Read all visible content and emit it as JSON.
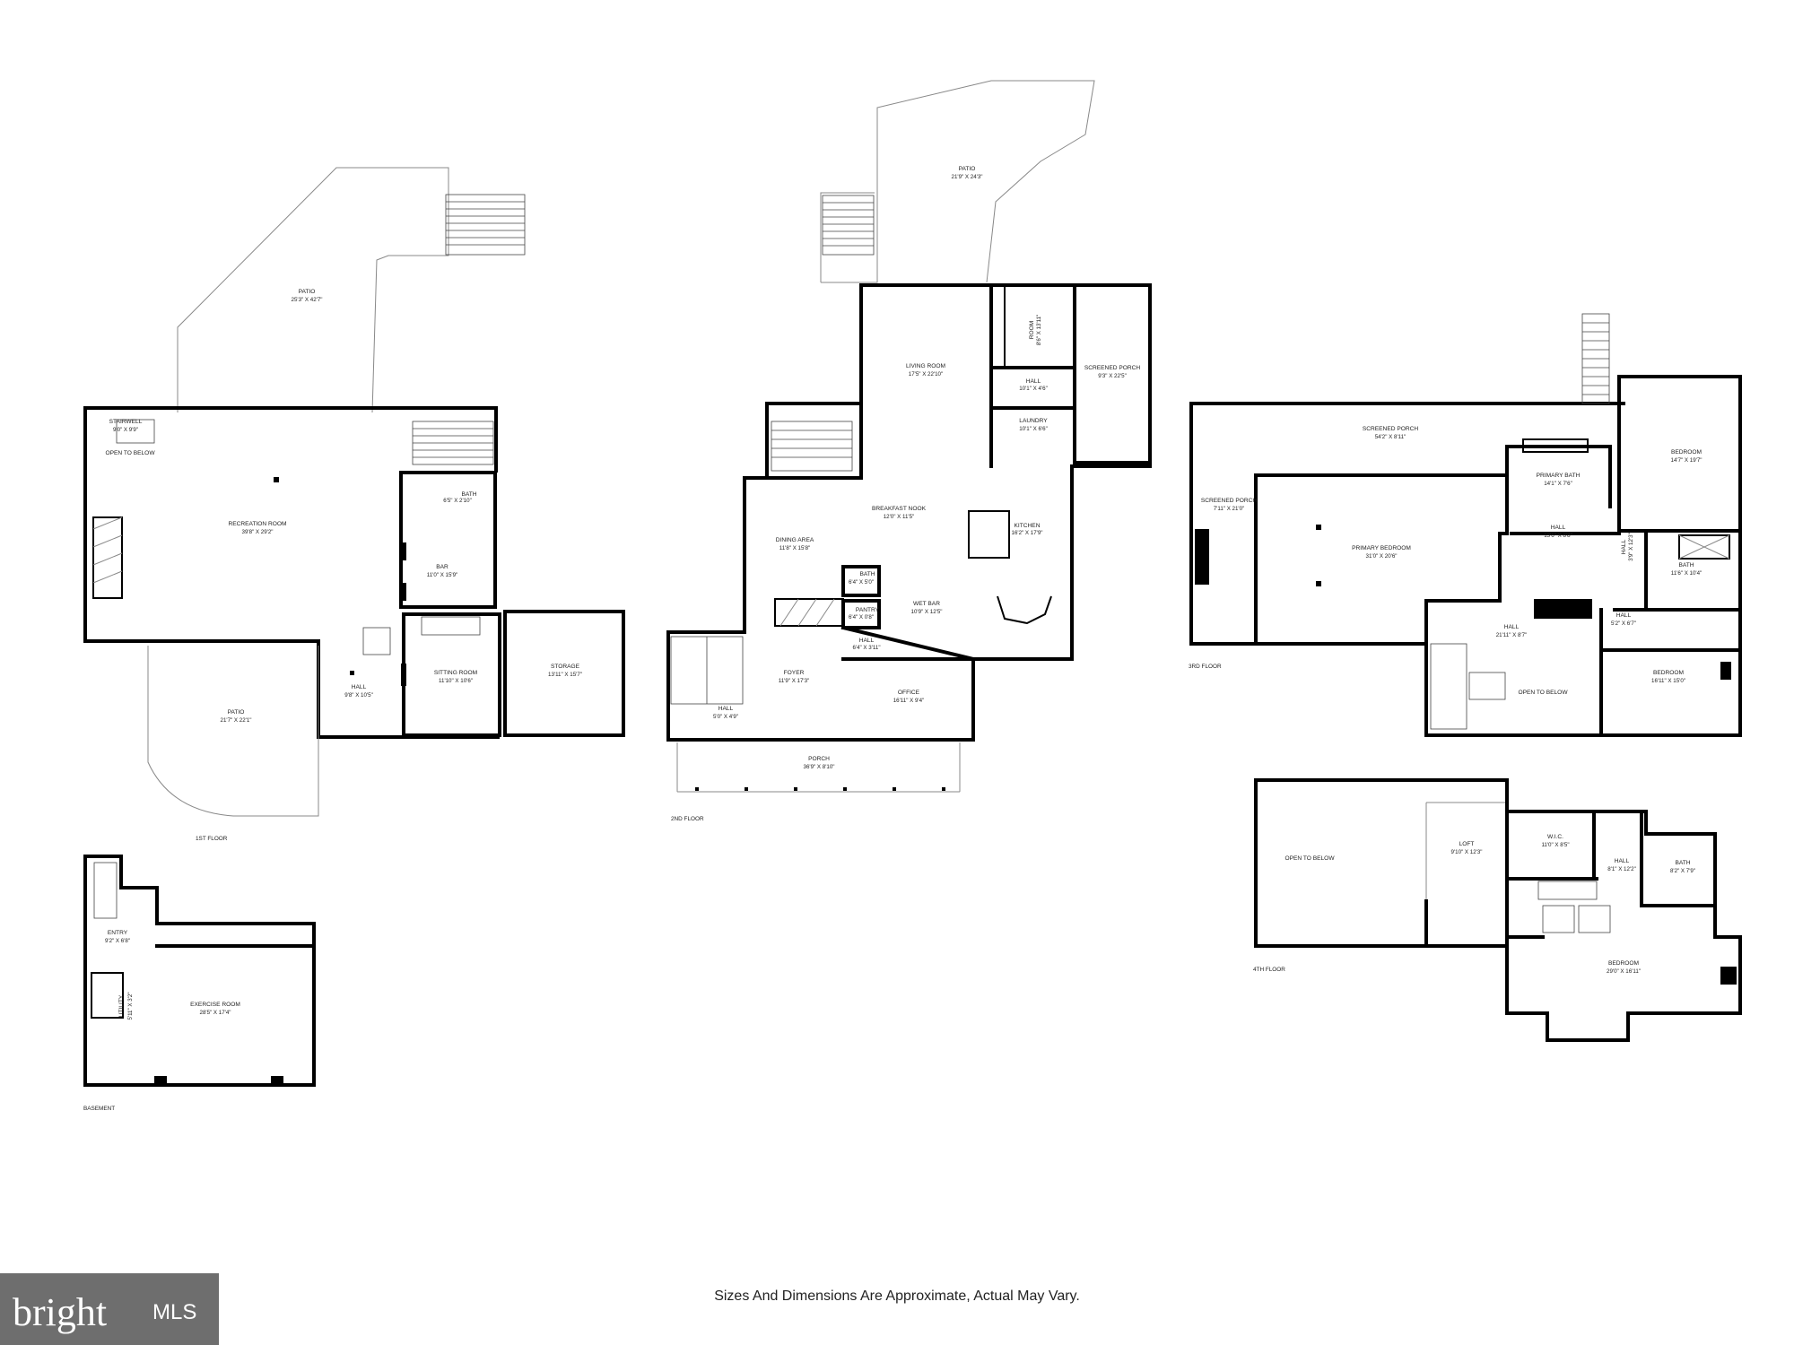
{
  "floors": {
    "first": {
      "label": "1ST FLOOR",
      "rooms": [
        {
          "id": "patio-top",
          "name": "PATIO",
          "dims": "25'3\" X 42'7\""
        },
        {
          "id": "stairwell",
          "name": "STAIRWELL",
          "dims": "9'0\" X 9'9\""
        },
        {
          "id": "open-below",
          "name": "OPEN TO BELOW",
          "dims": ""
        },
        {
          "id": "recreation",
          "name": "RECREATION ROOM",
          "dims": "39'8\" X 29'2\""
        },
        {
          "id": "bath",
          "name": "BATH",
          "dims": "6'5\" X 2'10\""
        },
        {
          "id": "bar",
          "name": "BAR",
          "dims": "11'0\" X 15'9\""
        },
        {
          "id": "sitting",
          "name": "SITTING ROOM",
          "dims": "11'10\" X 10'6\""
        },
        {
          "id": "storage",
          "name": "STORAGE",
          "dims": "13'11\" X 15'7\""
        },
        {
          "id": "hall",
          "name": "HALL",
          "dims": "9'8\" X 10'5\""
        },
        {
          "id": "patio-bottom",
          "name": "PATIO",
          "dims": "21'7\" X 22'1\""
        }
      ]
    },
    "basement": {
      "label": "BASEMENT",
      "rooms": [
        {
          "id": "entry",
          "name": "ENTRY",
          "dims": "9'2\" X 6'8\""
        },
        {
          "id": "exercise",
          "name": "EXERCISE ROOM",
          "dims": "28'5\" X 17'4\""
        },
        {
          "id": "utility",
          "name": "UTILITY",
          "dims": "5'11\" X 3'2\""
        }
      ]
    },
    "second": {
      "label": "2ND FLOOR",
      "rooms": [
        {
          "id": "patio",
          "name": "PATIO",
          "dims": "21'9\" X 24'3\""
        },
        {
          "id": "living",
          "name": "LIVING ROOM",
          "dims": "17'5\" X 22'10\""
        },
        {
          "id": "room",
          "name": "ROOM",
          "dims": "8'6\" X 13'11\""
        },
        {
          "id": "hall-a",
          "name": "HALL",
          "dims": "10'1\" X 4'6\""
        },
        {
          "id": "laundry",
          "name": "LAUNDRY",
          "dims": "10'1\" X 6'6\""
        },
        {
          "id": "screened",
          "name": "SCREENED PORCH",
          "dims": "9'3\" X 22'5\""
        },
        {
          "id": "breakfast",
          "name": "BREAKFAST NOOK",
          "dims": "12'0\" X 11'5\""
        },
        {
          "id": "kitchen",
          "name": "KITCHEN",
          "dims": "16'2\" X 17'9\""
        },
        {
          "id": "dining",
          "name": "DINING AREA",
          "dims": "11'8\" X 15'8\""
        },
        {
          "id": "bath",
          "name": "BATH",
          "dims": "6'4\" X 5'0\""
        },
        {
          "id": "pantry",
          "name": "PANTRY",
          "dims": "6'4\" X 0'8\""
        },
        {
          "id": "wetbar",
          "name": "WET BAR",
          "dims": "10'9\" X 12'5\""
        },
        {
          "id": "hall-b",
          "name": "HALL",
          "dims": "6'4\" X 3'11\""
        },
        {
          "id": "foyer",
          "name": "FOYER",
          "dims": "11'9\" X 17'3\""
        },
        {
          "id": "office",
          "name": "OFFICE",
          "dims": "16'11\" X 9'4\""
        },
        {
          "id": "hall-c",
          "name": "HALL",
          "dims": "5'0\" X 4'9\""
        },
        {
          "id": "porch",
          "name": "PORCH",
          "dims": "36'9\" X 8'10\""
        }
      ]
    },
    "third": {
      "label": "3RD FLOOR",
      "rooms": [
        {
          "id": "screened-top",
          "name": "SCREENED PORCH",
          "dims": "54'2\" X 8'11\""
        },
        {
          "id": "screened-left",
          "name": "SCREENED PORCH",
          "dims": "7'11\" X 21'0\""
        },
        {
          "id": "primary-bath",
          "name": "PRIMARY BATH",
          "dims": "14'1\" X 7'6\""
        },
        {
          "id": "bedroom-a",
          "name": "BEDROOM",
          "dims": "14'7\" X 19'7\""
        },
        {
          "id": "primary-bed",
          "name": "PRIMARY BEDROOM",
          "dims": "31'0\" X 20'6\""
        },
        {
          "id": "hall-a",
          "name": "HALL",
          "dims": "13'6\" X 8'8\""
        },
        {
          "id": "hall-v",
          "name": "HALL",
          "dims": "3'9\" X 12'3\""
        },
        {
          "id": "bath",
          "name": "BATH",
          "dims": "11'6\" X 10'4\""
        },
        {
          "id": "hall-b",
          "name": "HALL",
          "dims": "21'11\" X 8'7\""
        },
        {
          "id": "hall-c",
          "name": "HALL",
          "dims": "5'2\" X 6'7\""
        },
        {
          "id": "open-below",
          "name": "OPEN TO BELOW",
          "dims": ""
        },
        {
          "id": "bedroom-b",
          "name": "BEDROOM",
          "dims": "16'11\" X 15'0\""
        }
      ]
    },
    "fourth": {
      "label": "4TH FLOOR",
      "rooms": [
        {
          "id": "open-below",
          "name": "OPEN TO BELOW",
          "dims": ""
        },
        {
          "id": "loft",
          "name": "LOFT",
          "dims": "9'10\" X 12'3\""
        },
        {
          "id": "wic",
          "name": "W.I.C.",
          "dims": "11'0\" X 8'5\""
        },
        {
          "id": "hall",
          "name": "HALL",
          "dims": "8'1\" X 12'2\""
        },
        {
          "id": "bath",
          "name": "BATH",
          "dims": "8'2\" X 7'9\""
        },
        {
          "id": "bedroom",
          "name": "BEDROOM",
          "dims": "29'0\" X 16'11\""
        }
      ]
    }
  },
  "disclaimer": "Sizes And Dimensions Are Approximate, Actual May Vary.",
  "logo": {
    "word": "bright",
    "suffix": "MLS"
  },
  "colors": {
    "wall": "#000000",
    "background": "#ffffff",
    "logo_bg": "#6e6e6e"
  }
}
